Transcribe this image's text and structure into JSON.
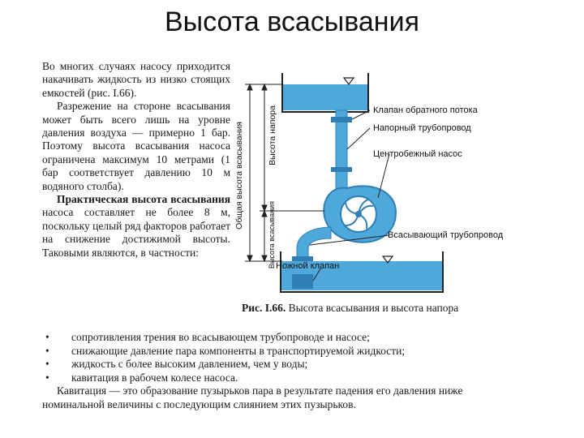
{
  "slide": {
    "title": "Высота всасывания"
  },
  "left_column": [
    "Во многих случаях насосу приходится накачивать жидкость из низко стоящих емкостей (рис. I.66).",
    "Разрежение на стороне всасывания может быть всего лишь на уровне давления воздуха — примерно 1 бар. Поэтому высота всасывания насоса ограничена максимум 10 метрами (1 бар соответствует давлению 10 м водяного столба)."
  ],
  "practical": {
    "bold": "Практическая высота всасывания",
    "rest_left": " насоса составляет не более 8 м, поскольку целый ряд факторов работает на снижение достижимой высоты. Таковыми являются, в частности:"
  },
  "bullets": [
    "сопротивления трения во всасывающем трубопроводе и насосе;",
    "снижающие давление пара компоненты в транспортируемой жидкости;",
    "жидкость с более высоким давлением, чем у воды;",
    "кавитация в рабочем колесе насоса."
  ],
  "cavitation": "Кавитация — это образование пузырьков пара в результате падения его давления ниже номинальной величины с последующим слиянием этих пузырьков.",
  "figure": {
    "caption_bold": "Рис. I.66.",
    "caption_rest": " Высота всасывания и высота напора",
    "labels": {
      "check_valve": "Клапан обратного потока",
      "pressure_pipe": "Напорный трубопровод",
      "centrifugal_pump": "Центробежный насос",
      "suction_pipe": "Всасывающий трубопровод",
      "foot_valve": "Ножной клапан",
      "total_height": "Общая высота всасывания",
      "head_height": "Высота напора",
      "suction_height": "Высота всасывания"
    },
    "colors": {
      "water": "#4fa8dc",
      "water_dark": "#2f7fb5",
      "line": "#222222"
    }
  }
}
